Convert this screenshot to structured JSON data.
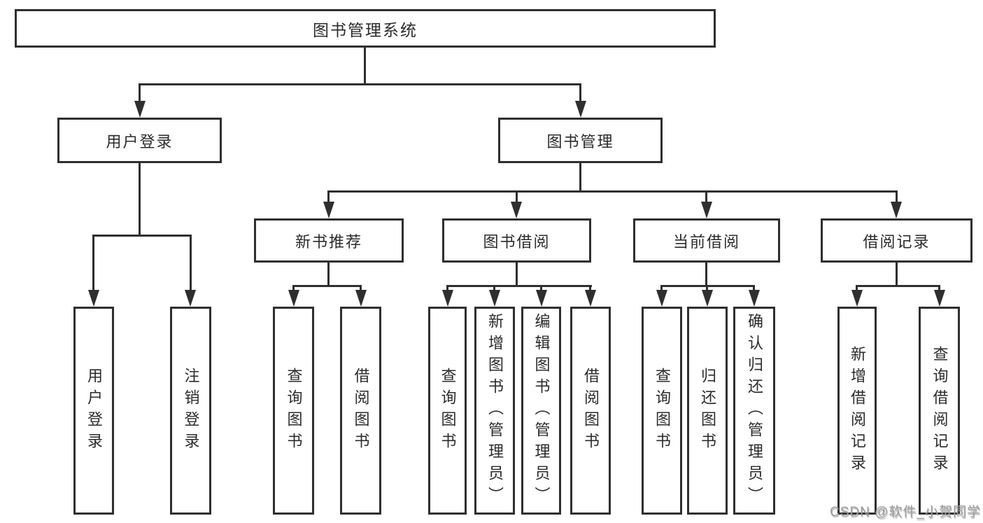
{
  "title": "图书管理系统",
  "branches": {
    "l2": [
      "用户登录",
      "图书管理"
    ],
    "l3": [
      "新书推荐",
      "图书借阅",
      "当前借阅",
      "借阅记录"
    ]
  },
  "leaves": {
    "user_login": [
      "用户登录",
      "注销登录"
    ],
    "new_book": [
      "查询图书",
      "借阅图书"
    ],
    "book_borrow": [
      "查询图书",
      "新增图书（管理员）",
      "编辑图书（管理员）",
      "借阅图书"
    ],
    "current_borrow": [
      "查询图书",
      "归还图书",
      "确认归还（管理员）"
    ],
    "borrow_record": [
      "新增借阅记录",
      "查询借阅记录"
    ]
  },
  "watermark": "CSDN @软件_小贺同学",
  "colors": {
    "line": "#2f2f2f",
    "text": "#2b2b2b",
    "background": "#ffffff",
    "watermark": "#9e9e9e"
  }
}
